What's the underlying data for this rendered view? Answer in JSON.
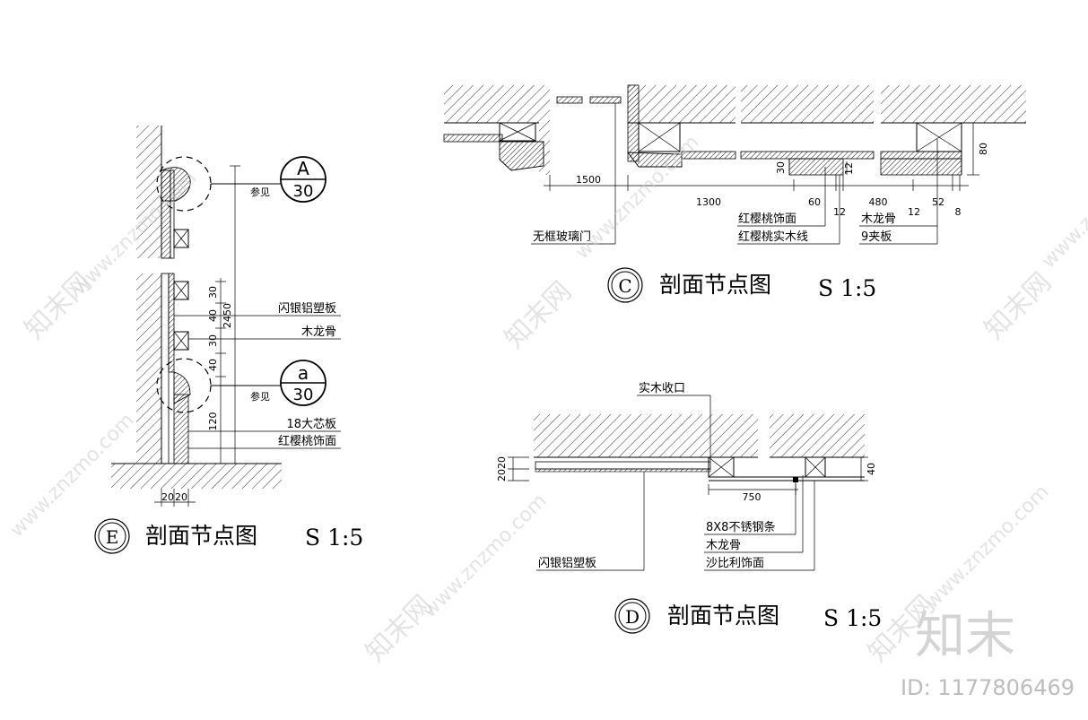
{
  "details": {
    "E": {
      "letter": "E",
      "title": "剖面节点图",
      "scale": "S 1:5",
      "callout_top": {
        "letter": "A",
        "number": "30",
        "note": "参见"
      },
      "callout_bottom": {
        "letter": "a",
        "number": "30",
        "note": "参见"
      },
      "labels": [
        "闪银铝塑板",
        "木龙骨",
        "18大芯板",
        "红樱桃饰面"
      ],
      "dims_vertical": [
        "30",
        "40",
        "30",
        "40",
        "120"
      ],
      "dim_overall": "2450",
      "dims_bottom": [
        "20",
        "20"
      ]
    },
    "C": {
      "letter": "C",
      "title": "剖面节点图",
      "scale": "S 1:5",
      "labels": [
        "红樱桃饰面",
        "红樱桃实木线",
        "木龙骨",
        "9夹板",
        "无框玻璃门"
      ],
      "dims": [
        "1500",
        "1300",
        "30",
        "60",
        "12",
        "480",
        "12",
        "52",
        "8",
        "12",
        "80"
      ]
    },
    "D": {
      "letter": "D",
      "title": "剖面节点图",
      "scale": "S 1:5",
      "labels": [
        "实木收口",
        "8X8不锈钢条",
        "木龙骨",
        "沙比利饰面",
        "闪银铝塑板"
      ],
      "dims": [
        "20",
        "20",
        "750",
        "40"
      ]
    }
  },
  "watermark": {
    "brand": "知末",
    "id_text": "ID: 1177806469",
    "site": "www.znzmo.com",
    "tile": "知末网"
  }
}
